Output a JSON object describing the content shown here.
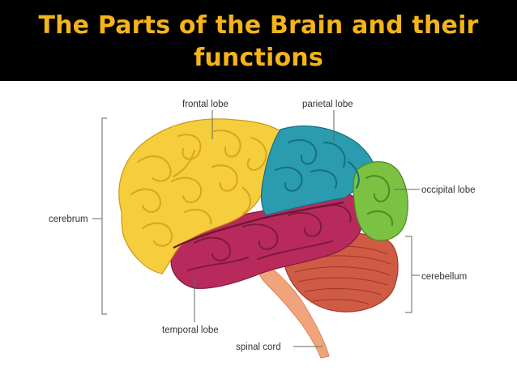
{
  "title_line1": "The Parts of the Brain and their",
  "title_line2": "functions",
  "labels": {
    "frontal": "frontal lobe",
    "parietal": "parietal lobe",
    "occipital": "occipital lobe",
    "cerebrum": "cerebrum",
    "cerebellum": "cerebellum",
    "temporal": "temporal lobe",
    "spinal_cord": "spinal cord"
  },
  "colors": {
    "frontal": "#f6cd3c",
    "parietal": "#2b9bb0",
    "occipital": "#7bc142",
    "temporal": "#b82a5c",
    "cerebellum": "#cf5b45",
    "brainstem": "#f1a47c",
    "title": "#f4b41a"
  }
}
